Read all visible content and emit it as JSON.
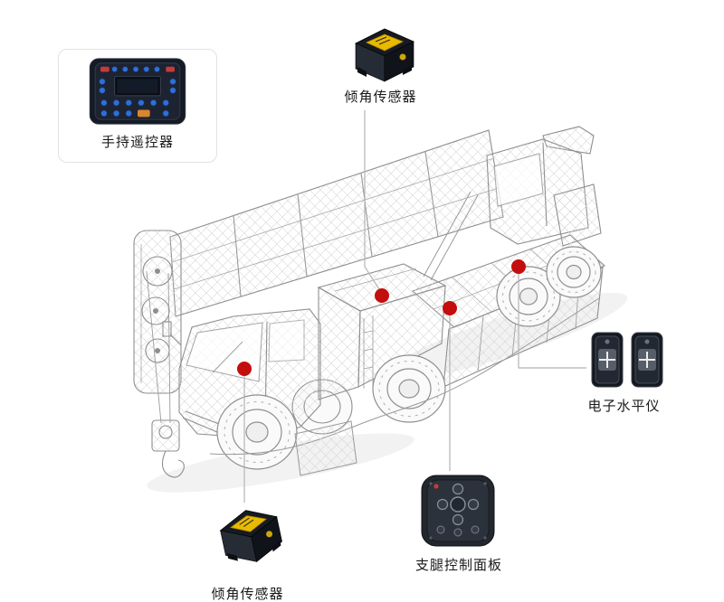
{
  "labels": {
    "remote": "手持遥控器",
    "tilt_top": "倾角传感器",
    "tilt_bottom": "倾角传感器",
    "level": "电子水平仪",
    "panel": "支腿控制面板"
  },
  "colors": {
    "marker": "#c40d0d",
    "connector_line": "#b5b5b5",
    "wireframe": "#8f8f8f",
    "sensor_yellow": "#e8ba00",
    "device_dark": "#151a24",
    "background": "#ffffff"
  }
}
